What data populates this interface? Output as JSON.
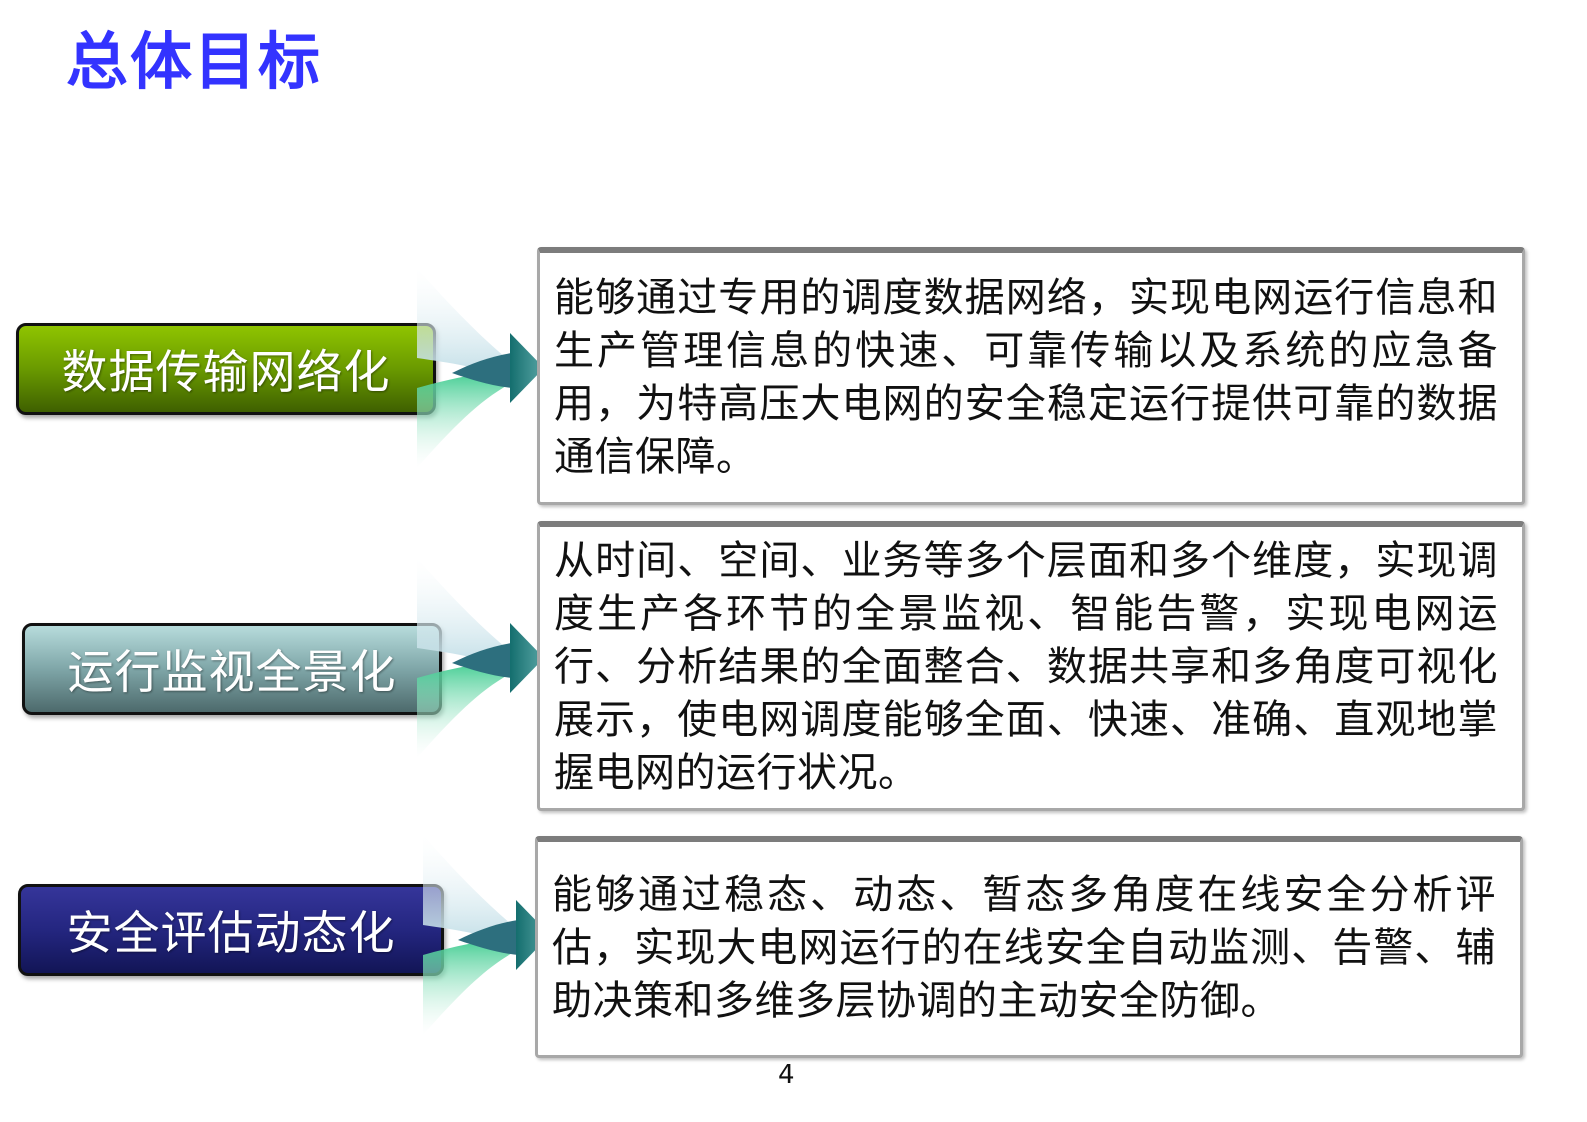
{
  "slide": {
    "title": "总体目标",
    "page_number": "4",
    "title_color": "#3333ff"
  },
  "goals": [
    {
      "label": "数据传输网络化",
      "label_color": "#6a9a00",
      "description": "能够通过专用的调度数据网络，实现电网运行信息和生产管理信息的快速、可靠传输以及系统的应急备用，为特高压大电网的安全稳定运行提供可靠的数据通信保障。"
    },
    {
      "label": "运行监视全景化",
      "label_color": "#7fa6a8",
      "description": "从时间、空间、业务等多个层面和多个维度，实现调度生产各环节的全景监视、智能告警，实现电网运行、分析结果的全面整合、数据共享和多角度可视化展示，使电网调度能够全面、快速、准确、直观地掌握电网的运行状况。"
    },
    {
      "label": "安全评估动态化",
      "label_color": "#242680",
      "description": "能够通过稳态、动态、暂态多角度在线安全分析评估，实现大电网运行的在线安全自动监测、告警、辅助决策和多维多层协调的主动安全防御。"
    }
  ],
  "icons": {
    "arrow": "converging-arrow-icon",
    "arrow_colors": [
      "#cfe6ec",
      "#3fc98a",
      "#1f6f78"
    ]
  }
}
